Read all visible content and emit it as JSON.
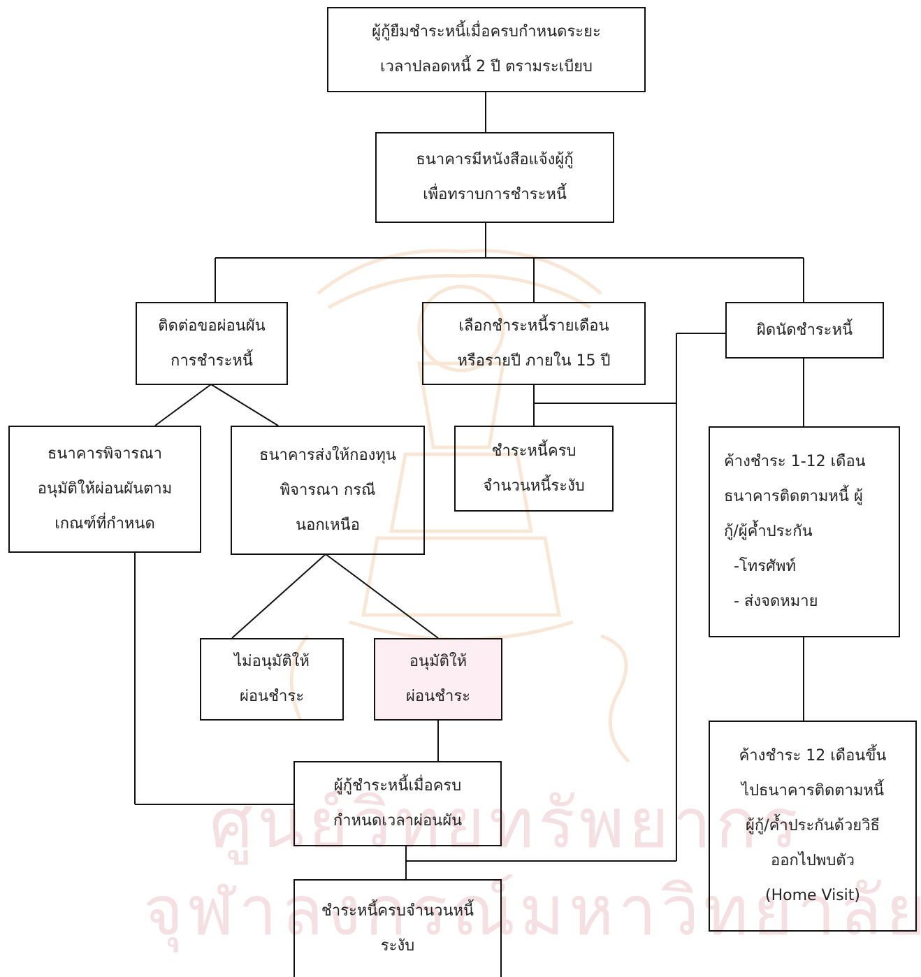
{
  "watermark": {
    "line1": "ศูนย์วิทยทรัพยากร",
    "line2": "จุฬาลงกรณ์มหาวิทยาลัย",
    "colors": {
      "text": "#f4e0e2",
      "seal": "#f3d4b8"
    }
  },
  "nodes": {
    "start": [
      "ผู้กู้ยืมชำระหนี้เมื่อครบกำหนดระยะ",
      "เวลาปลอดหนี้ 2 ปี ตรามระเบียบ"
    ],
    "notify": [
      "ธนาคารมีหนังสือแจ้งผู้กู้",
      "เพื่อทราบการชำระหนี้"
    ],
    "defer_request": [
      "ติดต่อขอผ่อนผัน",
      "การชำระหนี้"
    ],
    "choose_plan": [
      "เลือกชำระหนี้รายเดือน",
      "หรือรายปี ภายใน 15 ปี"
    ],
    "default": [
      "ผิดนัดชำระหนี้"
    ],
    "bank_approve": [
      "ธนาคารพิจารณา",
      "อนุมัติให้ผ่อนผันตาม",
      "เกณฑ์ที่กำหนด"
    ],
    "fund_review": [
      "ธนาคารส่งให้กองทุน",
      "พิจารณา กรณี",
      "นอกเหนือ"
    ],
    "paid_full_1": [
      "ชำระหนี้ครบ",
      "จำนวนหนี้ระงับ"
    ],
    "overdue_1_12": [
      "ค้างชำระ 1-12 เดือน",
      "ธนาคารติดตามหนี้ ผู้",
      "กู้/ผู้ค้ำประกัน",
      "  -โทรศัพท์",
      "  - ส่งจดหมาย"
    ],
    "not_approved": [
      "ไม่อนุมัติให้",
      "ผ่อนชำระ"
    ],
    "approved": [
      "อนุมัติให้",
      "ผ่อนชำระ"
    ],
    "pay_after_defer": [
      "ผู้กู้ชำระหนี้เมื่อครบ",
      "กำหนดเวลาผ่อนผัน"
    ],
    "overdue_12": [
      "ค้างชำระ 12 เดือนขึ้น",
      "ไปธนาคารติดตามหนี้",
      "ผู้กู้/ค้ำประกันด้วยวิธี",
      "ออกไปพบตัว",
      "(Home Visit)"
    ],
    "paid_full_2": [
      "ชำระหนี้ครบจำนวนหนี้",
      "ระงับ"
    ]
  }
}
